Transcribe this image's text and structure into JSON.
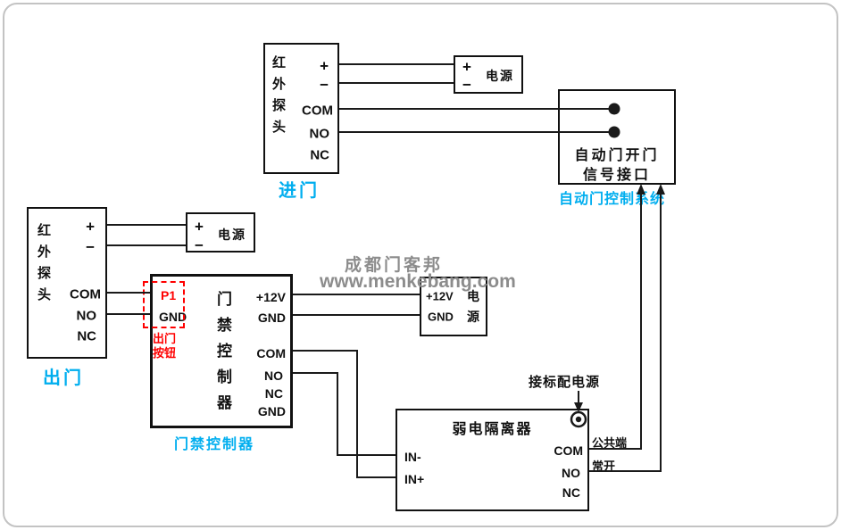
{
  "watermark": {
    "brand": "成都门客邦",
    "url": "www.menkebang.com"
  },
  "colors": {
    "accent_cyan": "#00aeef",
    "alert_red": "#ff0000",
    "wire": "#1a1a1a"
  },
  "entry_sensor": {
    "title": "红外探头",
    "terminals": [
      "+",
      "−",
      "COM",
      "NO",
      "NC"
    ],
    "caption": "进门"
  },
  "entry_power": {
    "plus": "+",
    "minus": "−",
    "label": "电源"
  },
  "auto_door": {
    "line1": "自动门开门",
    "line2": "信号接口",
    "caption": "自动门控制系统"
  },
  "exit_sensor": {
    "title": "红外探头",
    "terminals": [
      "+",
      "−",
      "COM",
      "NO",
      "NC"
    ],
    "caption": "出门"
  },
  "exit_power": {
    "plus": "+",
    "minus": "−",
    "label": "电源"
  },
  "controller": {
    "p1": "P1",
    "gnd_in": "GND",
    "exit_button": "出门\n按钮",
    "title": "门禁控制器",
    "terminals": [
      "+12V",
      "GND",
      "COM",
      "NO",
      "NC",
      "GND"
    ],
    "caption": "门禁控制器"
  },
  "psu12": {
    "left": [
      "+12V",
      "GND"
    ],
    "right": [
      "电",
      "源"
    ]
  },
  "isolator": {
    "title": "弱电隔离器",
    "power_note": "接标配电源",
    "inputs": [
      "IN-",
      "IN+"
    ],
    "outputs": [
      "COM",
      "NO",
      "NC"
    ],
    "out_label_com": "公共端",
    "out_label_no": "常开"
  }
}
